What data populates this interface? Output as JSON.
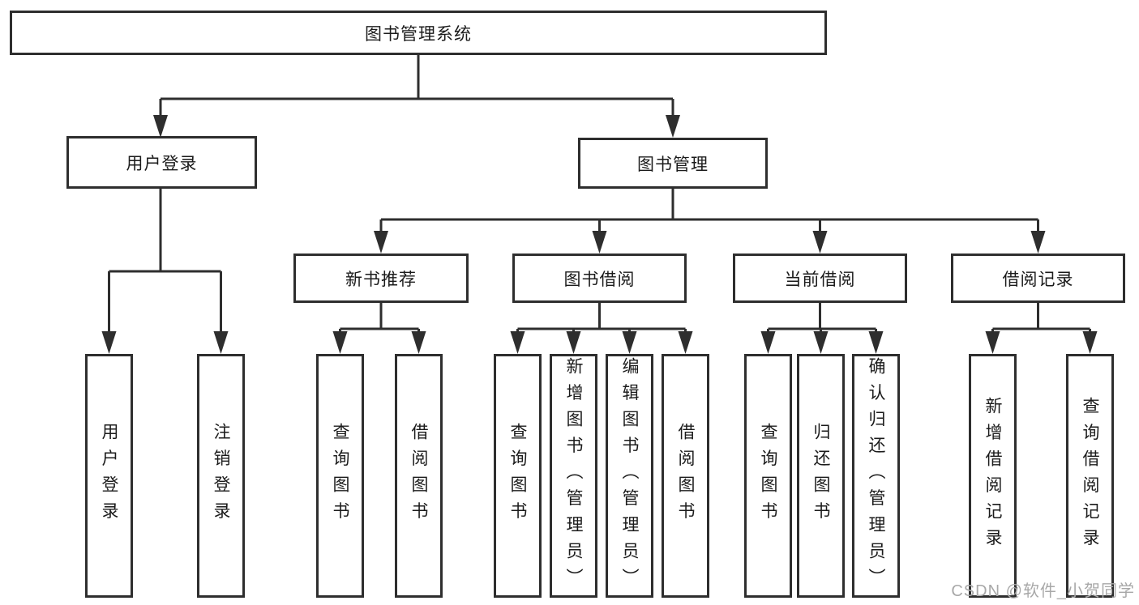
{
  "tree": {
    "label": "图书管理系统",
    "children": [
      {
        "label": "用户登录",
        "children": [
          {
            "label": "用户登录"
          },
          {
            "label": "注销登录"
          }
        ]
      },
      {
        "label": "图书管理",
        "children": [
          {
            "label": "新书推荐",
            "children": [
              {
                "label": "查询图书"
              },
              {
                "label": "借阅图书"
              }
            ]
          },
          {
            "label": "图书借阅",
            "children": [
              {
                "label": "查询图书"
              },
              {
                "label": "新增图书（管理员）"
              },
              {
                "label": "编辑图书（管理员）"
              },
              {
                "label": "借阅图书"
              }
            ]
          },
          {
            "label": "当前借阅",
            "children": [
              {
                "label": "查询图书"
              },
              {
                "label": "归还图书"
              },
              {
                "label": "确认归还（管理员）"
              }
            ]
          },
          {
            "label": "借阅记录",
            "children": [
              {
                "label": "新增借阅记录"
              },
              {
                "label": "查询借阅记录"
              }
            ]
          }
        ]
      }
    ]
  },
  "colors": {
    "line": "#2e2e2e",
    "text": "#1b1b1b",
    "watermark": "#a8a8a8"
  },
  "watermark": {
    "text": "CSDN @软件_小贺同学"
  }
}
